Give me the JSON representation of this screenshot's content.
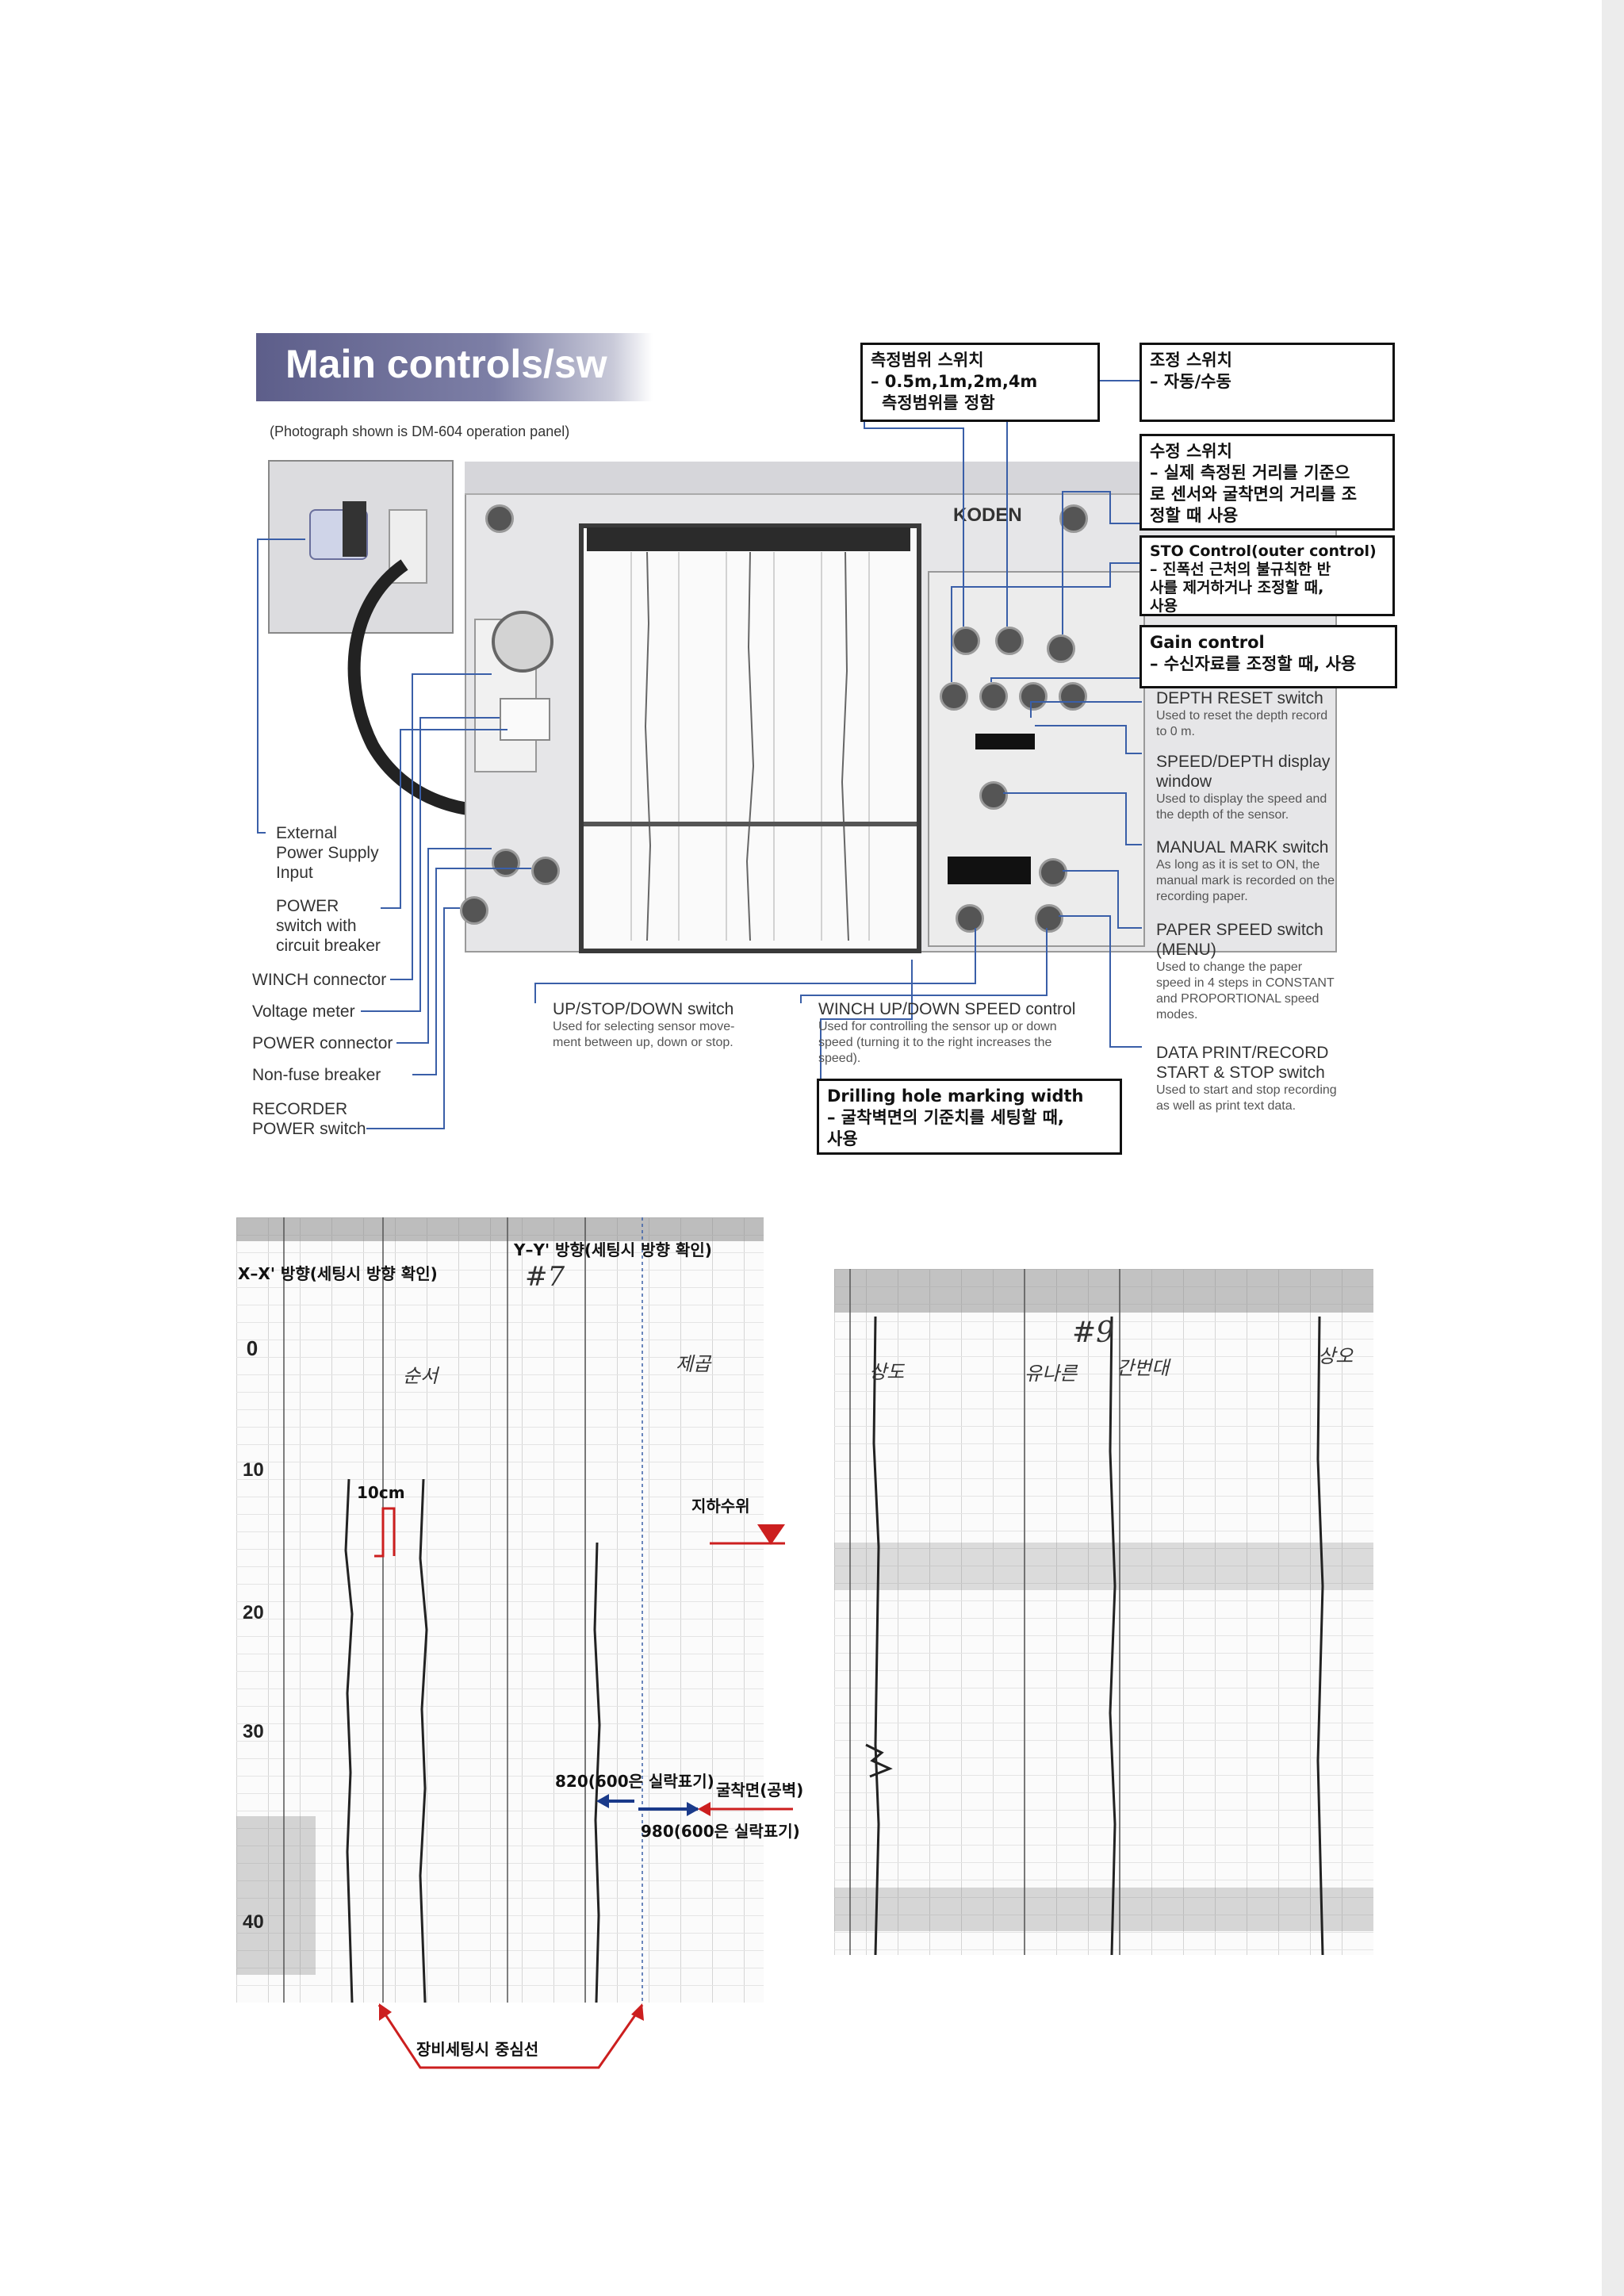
{
  "header": {
    "title": "Main controls/sw",
    "caption": "(Photograph shown is DM-604 operation panel)",
    "brand": "KODEN"
  },
  "korean_boxes": {
    "range_switch": [
      "측정범위 스위치",
      "– 0.5m,1m,2m,4m",
      "측정범위를 정함"
    ],
    "adjust_switch": [
      "조정 스위치",
      "– 자동/수동"
    ],
    "correction_switch": [
      "수정 스위치",
      "– 실제 측정된 거리를 기준으",
      "로 센서와 굴착면의 거리를 조",
      "정할 때 사용"
    ],
    "sto_control": [
      "STO Control(outer control)",
      "– 진폭선 근처의 불규칙한 반",
      "사를 제거하거나 조정할 때,",
      "사용"
    ],
    "gain_control": [
      "Gain control",
      "– 수신자료를 조정할 때, 사용"
    ],
    "drilling_hole": [
      "Drilling hole marking width",
      "– 굴착벽면의 기준치를 세팅할 때,",
      "사용"
    ]
  },
  "right_callouts": [
    {
      "label": "DEPTH RESET switch",
      "desc": [
        "Used to reset the depth record",
        "to 0 m."
      ]
    },
    {
      "label": "SPEED/DEPTH display",
      "label2": "window",
      "desc": [
        "Used to display the speed and",
        "the depth of the sensor."
      ]
    },
    {
      "label": "MANUAL MARK switch",
      "desc": [
        "As long as it is set to ON, the",
        "manual mark is recorded on the",
        "recording paper."
      ]
    },
    {
      "label": "PAPER SPEED switch",
      "label2": "(MENU)",
      "desc": [
        "Used to change the paper",
        "speed in 4 steps in CONSTANT",
        "and PROPORTIONAL speed",
        "modes."
      ]
    },
    {
      "label": "DATA PRINT/RECORD",
      "label2": "START & STOP switch",
      "desc": [
        "Used to start and stop recording",
        "as well as print text data."
      ]
    }
  ],
  "bottom_callouts": {
    "updown": {
      "label": "UP/STOP/DOWN switch",
      "desc": [
        "Used for selecting sensor move-",
        "ment between up, down or stop."
      ]
    },
    "winch": {
      "label": "WINCH UP/DOWN SPEED control",
      "desc": [
        "Used for controlling the sensor up or down",
        "speed (turning it to the right increases the",
        "speed)."
      ]
    }
  },
  "left_items": [
    "External",
    "Power Supply",
    "Input",
    "POWER",
    "switch with",
    "circuit breaker",
    "WINCH connector",
    "Voltage meter",
    "POWER connector",
    "Non-fuse breaker",
    "RECORDER",
    "POWER switch"
  ],
  "recorder1": {
    "xx_label": "X–X' 방향(세팅시 방향 확인)",
    "yy_label": "Y–Y' 방향(세팅시 방향 확인)",
    "handwriting": [
      "#7",
      "순서",
      "제곱"
    ],
    "scale": "10cm",
    "water_level": "지하수위",
    "val1": "820(600은 실락표기)",
    "wall": "굴착면(공벽)",
    "val2": "980(600은 실락표기)",
    "center_line": "장비세팅시 중심선",
    "depth_marks": [
      "0",
      "10",
      "20",
      "30",
      "40"
    ]
  },
  "recorder2": {
    "handwriting": [
      "#9",
      "상도",
      "유나른",
      "간번대",
      "상오"
    ]
  },
  "colors": {
    "banner": "#5d5e8a",
    "blue_line": "#3a5fa8",
    "red_arrow": "#cc1f1f",
    "navy_arrow": "#1a3a8a"
  }
}
